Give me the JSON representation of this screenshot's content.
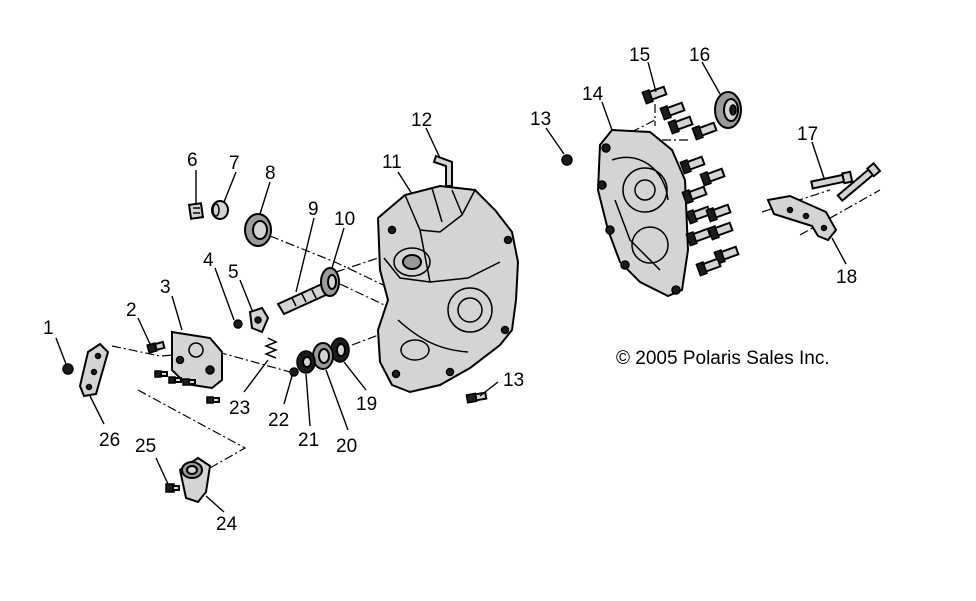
{
  "callouts": [
    "1",
    "2",
    "3",
    "4",
    "5",
    "6",
    "7",
    "8",
    "9",
    "10",
    "11",
    "12",
    "13",
    "14",
    "15",
    "16",
    "17",
    "18",
    "19",
    "20",
    "21",
    "22",
    "23",
    "24",
    "25",
    "26"
  ],
  "copyright": "© 2005 Polaris Sales Inc.",
  "colors": {
    "line": "#000000",
    "fill": "#d4d4d4",
    "background": "#ffffff"
  }
}
